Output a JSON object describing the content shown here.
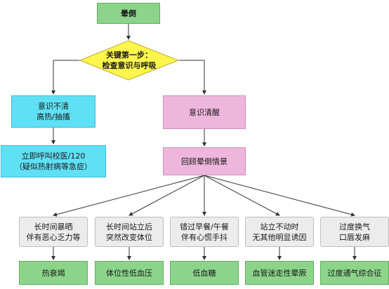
{
  "nodes": {
    "start": "晕倒",
    "decision": {
      "line1": "关键第一步：",
      "line2": "检查意识与呼吸"
    },
    "unconscious": {
      "line1": "意识不清",
      "line2": "高热/抽搐"
    },
    "conscious": "意识清醒",
    "emergency": {
      "line1": "立即呼叫校医/120",
      "line2": "（疑似热射病等急症）"
    },
    "recall": "回顾晕倒情景",
    "scenarios": [
      {
        "line1": "长时间暴晒",
        "line2": "伴有恶心乏力等"
      },
      {
        "line1": "长时间站立后",
        "line2": "突然改变体位"
      },
      {
        "line1": "错过早餐/午餐",
        "line2": "伴有心慌手抖"
      },
      {
        "line1": "站立不动时",
        "line2": "无其他明显诱因"
      },
      {
        "line1": "过度换气",
        "line2": "口唇发麻"
      }
    ],
    "diagnoses": [
      "热衰竭",
      "体位性低血压",
      "低血糖",
      "血管迷走性晕厥",
      "过度通气综合征"
    ]
  },
  "colors": {
    "start_fill": "#8cd48a",
    "decision_fill": "#fff64d",
    "unconscious_fill": "#5fe0f5",
    "conscious_fill": "#efb6dd",
    "scenario_fill": "#ececec",
    "diagnosis_fill": "#8cd48a",
    "connector": "#333333"
  }
}
